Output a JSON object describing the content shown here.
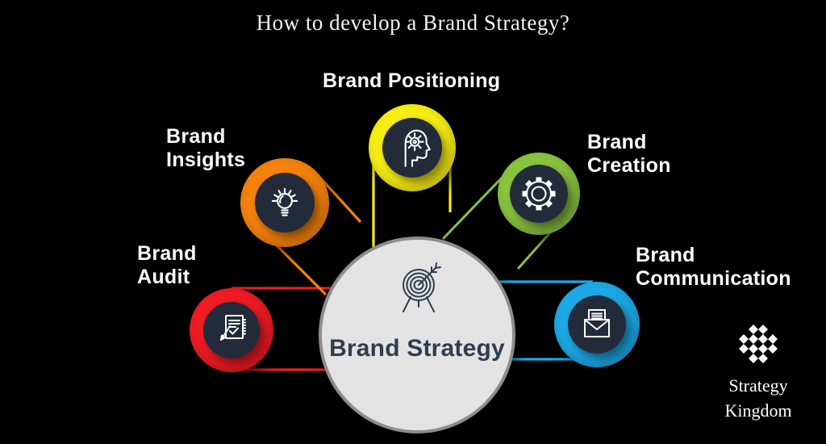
{
  "title": "How to develop a Brand Strategy?",
  "background_color": "#000000",
  "title_color": "#f6f4ef",
  "label_color": "#ffffff",
  "icon_color": "#ffffff",
  "inner_circle_color": "#232b3a",
  "center_node": {
    "label": "Brand Strategy",
    "icon": "target-arrow-icon",
    "fill": "#e3e3e3",
    "border_color": "#8d8d8d",
    "text_color": "#2e3d50"
  },
  "nodes": [
    {
      "id": "brand-audit",
      "label_lines": [
        "Brand",
        "Audit"
      ],
      "color": "#ee1b24",
      "icon": "audit-checklist-icon"
    },
    {
      "id": "brand-insights",
      "label_lines": [
        "Brand",
        "Insights"
      ],
      "color": "#f5820d",
      "icon": "lightbulb-icon"
    },
    {
      "id": "brand-positioning",
      "label_lines": [
        "Brand Positioning"
      ],
      "color": "#f6ee13",
      "icon": "head-gear-icon"
    },
    {
      "id": "brand-creation",
      "label_lines": [
        "Brand",
        "Creation"
      ],
      "color": "#8ac43f",
      "icon": "gear-icon"
    },
    {
      "id": "brand-communication",
      "label_lines": [
        "Brand",
        "Communication"
      ],
      "color": "#1ca9e5",
      "icon": "envelope-letter-icon"
    }
  ],
  "logo": {
    "mark": "diamond-cluster-logo",
    "color": "#ffffff",
    "name_line1": "Strategy",
    "name_line2": "Kingdom"
  }
}
